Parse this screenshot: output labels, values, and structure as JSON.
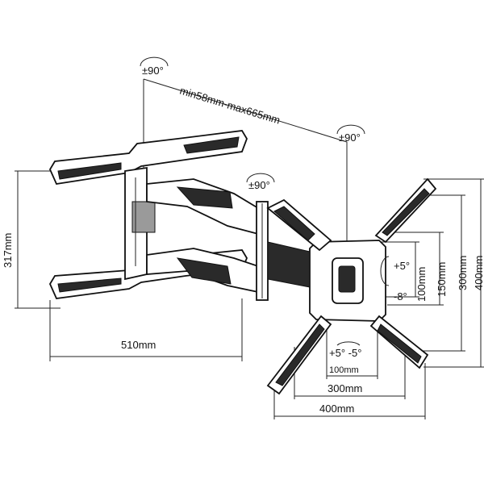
{
  "labels": {
    "rot_top_left": "±90°",
    "rot_top_right": "±90°",
    "rot_mid": "±90°",
    "arm_range": "min58mm-max665mm",
    "height_317": "317mm",
    "width_510": "510mm",
    "tilt_up": "+5°",
    "tilt_down": "-8°",
    "vesa_100_v": "100mm",
    "vesa_150_v": "150mm",
    "vesa_300_v": "300mm",
    "vesa_400_v": "400mm",
    "swivel": "+5° -5°",
    "vesa_100_h": "100mm",
    "vesa_300_h": "300mm",
    "vesa_400_h": "400mm"
  }
}
